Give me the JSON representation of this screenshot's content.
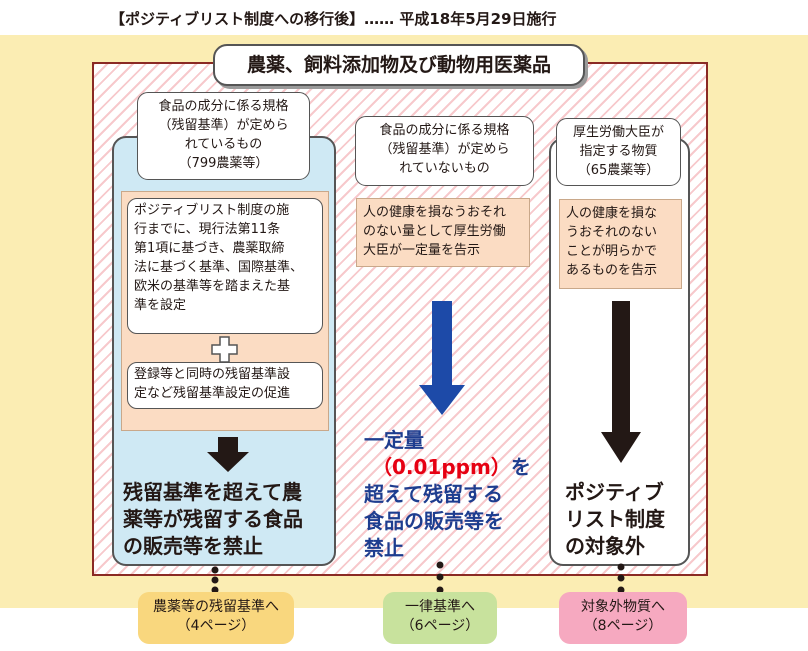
{
  "header": {
    "note": "【ポジティブリスト制度への移行後】…… 平成18年5月29日施行",
    "title": "農薬、飼料添加物及び動物用医薬品"
  },
  "column1": {
    "label_lines": [
      "食品の成分に係る規格",
      "（残留基準）が定めら",
      "れているもの",
      "（799農薬等）"
    ],
    "box1_lines": [
      "ポジティブリスト制度の施",
      "行までに、現行法第11条",
      "第1項に基づき、農薬取締",
      "法に基づく基準、国際基準、",
      "欧米の基準等を踏まえた基",
      "準を設定"
    ],
    "box2_lines": [
      "登録等と同時の残留基準設",
      "定など残留基準設定の促進"
    ],
    "result_lines": [
      "残留基準を超えて農",
      "薬等が残留する食品",
      "の販売等を禁止"
    ]
  },
  "column2": {
    "label_lines": [
      "食品の成分に係る規格",
      "（残留基準）が定めら",
      "れていないもの"
    ],
    "box_lines": [
      "人の健康を損なうおそれ",
      "のない量として厚生労働",
      "大臣が一定量を告示"
    ],
    "result": {
      "line1": "一定量",
      "amount": "（0.01ppm）",
      "after_amount": "を",
      "line3": "超えて残留する",
      "line4": "食品の販売等を",
      "line5": "禁止"
    }
  },
  "column3": {
    "label_lines": [
      "厚生労働大臣が",
      "指定する物質",
      "（65農薬等）"
    ],
    "box_lines": [
      "人の健康を損な",
      "うおそれのない",
      "ことが明らかで",
      "あるものを告示"
    ],
    "result_lines": [
      "ポジティブ",
      "リスト制度",
      "の対象外"
    ]
  },
  "links": [
    {
      "line1": "農薬等の残留基準へ",
      "line2": "（4ページ）",
      "color": "#f9d77e"
    },
    {
      "line1": "一律基準へ",
      "line2": "（6ページ）",
      "color": "#c8e29d"
    },
    {
      "line1": "対象外物質へ",
      "line2": "（8ページ）",
      "color": "#f6a9c0"
    }
  ],
  "colors": {
    "band": "#fbedb3",
    "frame_border": "#8a2a24",
    "column1_fill": "#cfe9f4",
    "arrow_blue": "#1d4aa8",
    "arrow_dark": "#231815",
    "text_blue": "#1e3d8f",
    "text_red": "#e60012"
  }
}
